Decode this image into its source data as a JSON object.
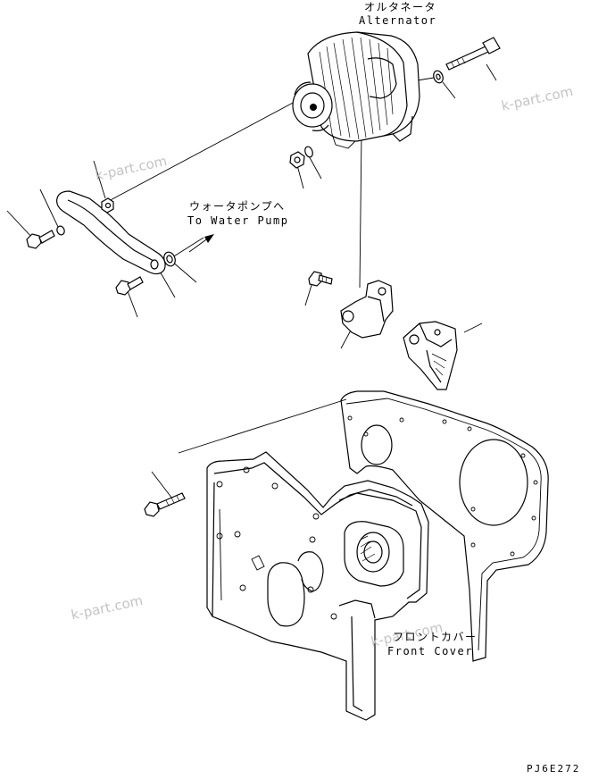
{
  "labels": {
    "alternator_jp": "オルタネータ",
    "alternator_en": "Alternator",
    "water_pump_jp": "ウォータポンプへ",
    "water_pump_en": "To Water Pump",
    "front_cover_jp": "フロントカバー",
    "front_cover_en": "Front Cover"
  },
  "watermark": "k-part.com",
  "drawing_code": "PJ6E272"
}
